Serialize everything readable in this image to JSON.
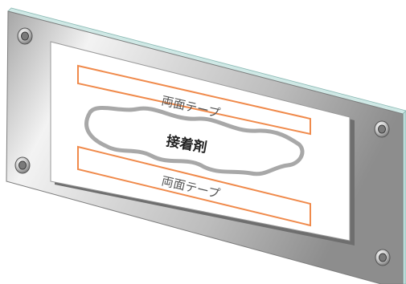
{
  "labels": {
    "tape_top": "両面テープ",
    "adhesive": "接着剤",
    "tape_bottom": "両面テープ"
  },
  "colors": {
    "tape_outline": "#f08a4b",
    "adhesive_outline": "#a8a8a8",
    "panel_light": "#f4f4f4",
    "panel_dark": "#8e8e8e",
    "panel_edge": "#a9d3cf",
    "label_text": "#555555"
  }
}
